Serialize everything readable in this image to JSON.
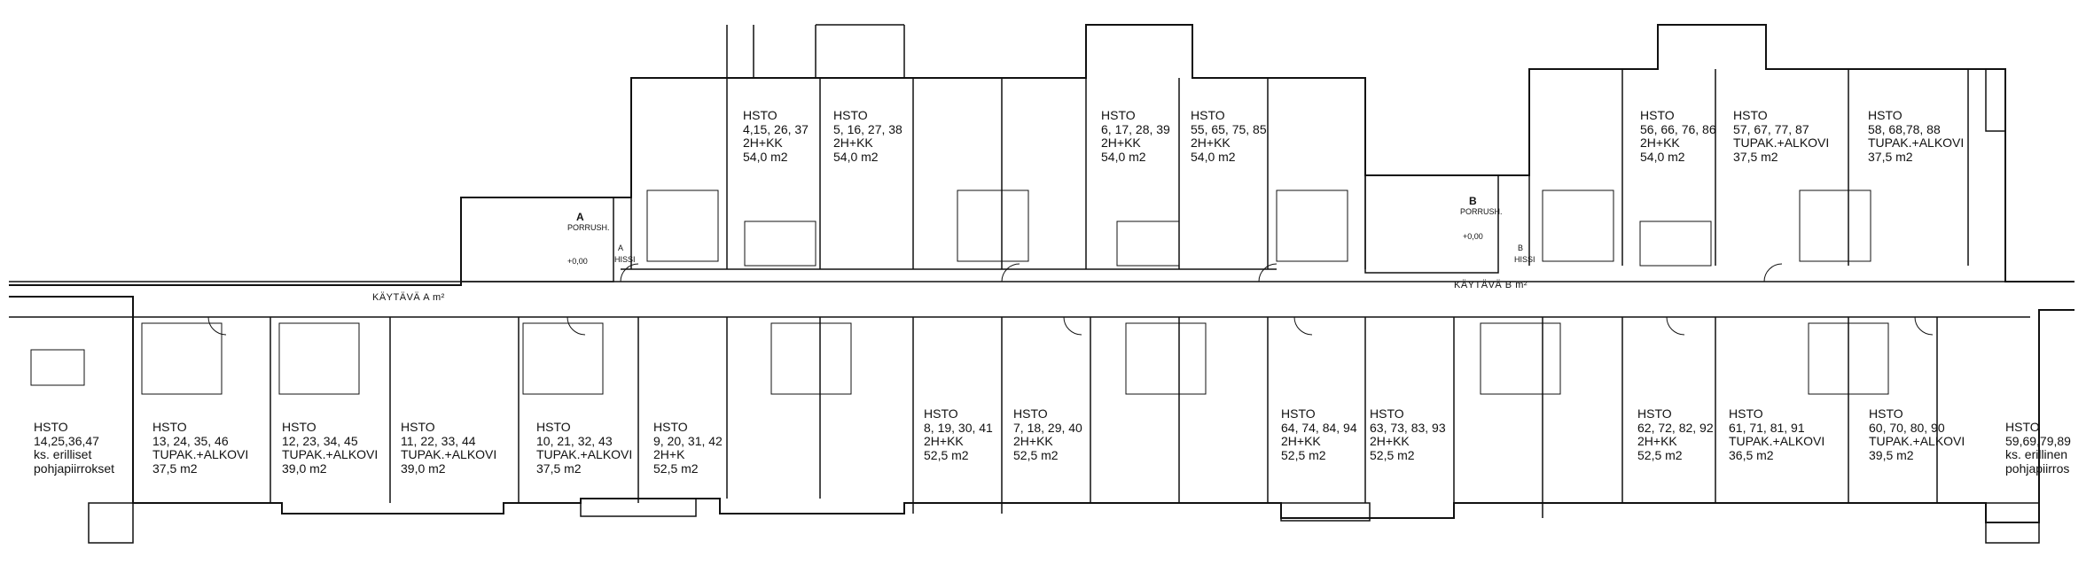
{
  "corridors": [
    {
      "id": "a",
      "label": "KÄYTÄVÄ A",
      "unit": "m²"
    },
    {
      "id": "b",
      "label": "KÄYTÄVÄ B",
      "unit": "m²"
    }
  ],
  "stairs": [
    {
      "id": "a",
      "letter": "A",
      "label": "PORRUSH.",
      "lift_letter": "A",
      "lift_label": "HISSI",
      "level": "+0,00"
    },
    {
      "id": "b",
      "letter": "B",
      "label": "PORRUSH.",
      "lift_letter": "B",
      "lift_label": "HISSI",
      "level": "+0,00"
    }
  ],
  "apartments_top": [
    {
      "id": "t1",
      "lines": [
        "HSTO",
        "4,15, 26, 37",
        "2H+KK",
        "54,0 m2"
      ]
    },
    {
      "id": "t2",
      "lines": [
        "HSTO",
        "5, 16, 27, 38",
        "2H+KK",
        "54,0 m2"
      ]
    },
    {
      "id": "t3",
      "lines": [
        "HSTO",
        "6, 17, 28, 39",
        "2H+KK",
        "54,0 m2"
      ]
    },
    {
      "id": "t4",
      "lines": [
        "HSTO",
        "55, 65, 75, 85",
        "2H+KK",
        "54,0 m2"
      ]
    },
    {
      "id": "t5",
      "lines": [
        "HSTO",
        "56, 66, 76, 86",
        "2H+KK",
        "54,0 m2"
      ]
    },
    {
      "id": "t6",
      "lines": [
        "HSTO",
        "57, 67, 77, 87",
        "TUPAK.+ALKOVI",
        "37,5 m2"
      ]
    },
    {
      "id": "t7",
      "lines": [
        "HSTO",
        "58, 68,78, 88",
        "TUPAK.+ALKOVI",
        "37,5 m2"
      ]
    }
  ],
  "apartments_bottom": [
    {
      "id": "b1",
      "lines": [
        "HSTO",
        "14,25,36,47",
        "ks. erilliset",
        "pohjapiirrokset"
      ]
    },
    {
      "id": "b2",
      "lines": [
        "HSTO",
        "13, 24, 35, 46",
        "TUPAK.+ALKOVI",
        "37,5 m2"
      ]
    },
    {
      "id": "b3",
      "lines": [
        "HSTO",
        "12, 23, 34, 45",
        "TUPAK.+ALKOVI",
        "39,0 m2"
      ]
    },
    {
      "id": "b4",
      "lines": [
        "HSTO",
        "11, 22, 33, 44",
        "TUPAK.+ALKOVI",
        "39,0 m2"
      ]
    },
    {
      "id": "b5",
      "lines": [
        "HSTO",
        "10, 21, 32, 43",
        "TUPAK.+ALKOVI",
        "37,5 m2"
      ]
    },
    {
      "id": "b6",
      "lines": [
        "HSTO",
        "9, 20, 31, 42",
        "2H+K",
        "52,5 m2"
      ]
    },
    {
      "id": "b7",
      "lines": [
        "HSTO",
        "8, 19, 30, 41",
        "2H+KK",
        "52,5 m2"
      ]
    },
    {
      "id": "b8",
      "lines": [
        "HSTO",
        "7, 18, 29, 40",
        "2H+KK",
        "52,5 m2"
      ]
    },
    {
      "id": "b9",
      "lines": [
        "HSTO",
        "64, 74, 84, 94",
        "2H+KK",
        "52,5 m2"
      ]
    },
    {
      "id": "b10",
      "lines": [
        "HSTO",
        "63, 73, 83, 93",
        "2H+KK",
        "52,5 m2"
      ]
    },
    {
      "id": "b11",
      "lines": [
        "HSTO",
        "62, 72, 82, 92",
        "2H+KK",
        "52,5 m2"
      ]
    },
    {
      "id": "b12",
      "lines": [
        "HSTO",
        "61, 71, 81, 91",
        "TUPAK.+ALKOVI",
        "36,5 m2"
      ]
    },
    {
      "id": "b13",
      "lines": [
        "HSTO",
        "60, 70, 80, 90",
        "TUPAK.+ALKOVI",
        "39,5 m2"
      ]
    },
    {
      "id": "b14",
      "lines": [
        "HSTO",
        "59,69,79,89",
        "ks. erillinen",
        "pohjapiirros"
      ]
    }
  ]
}
